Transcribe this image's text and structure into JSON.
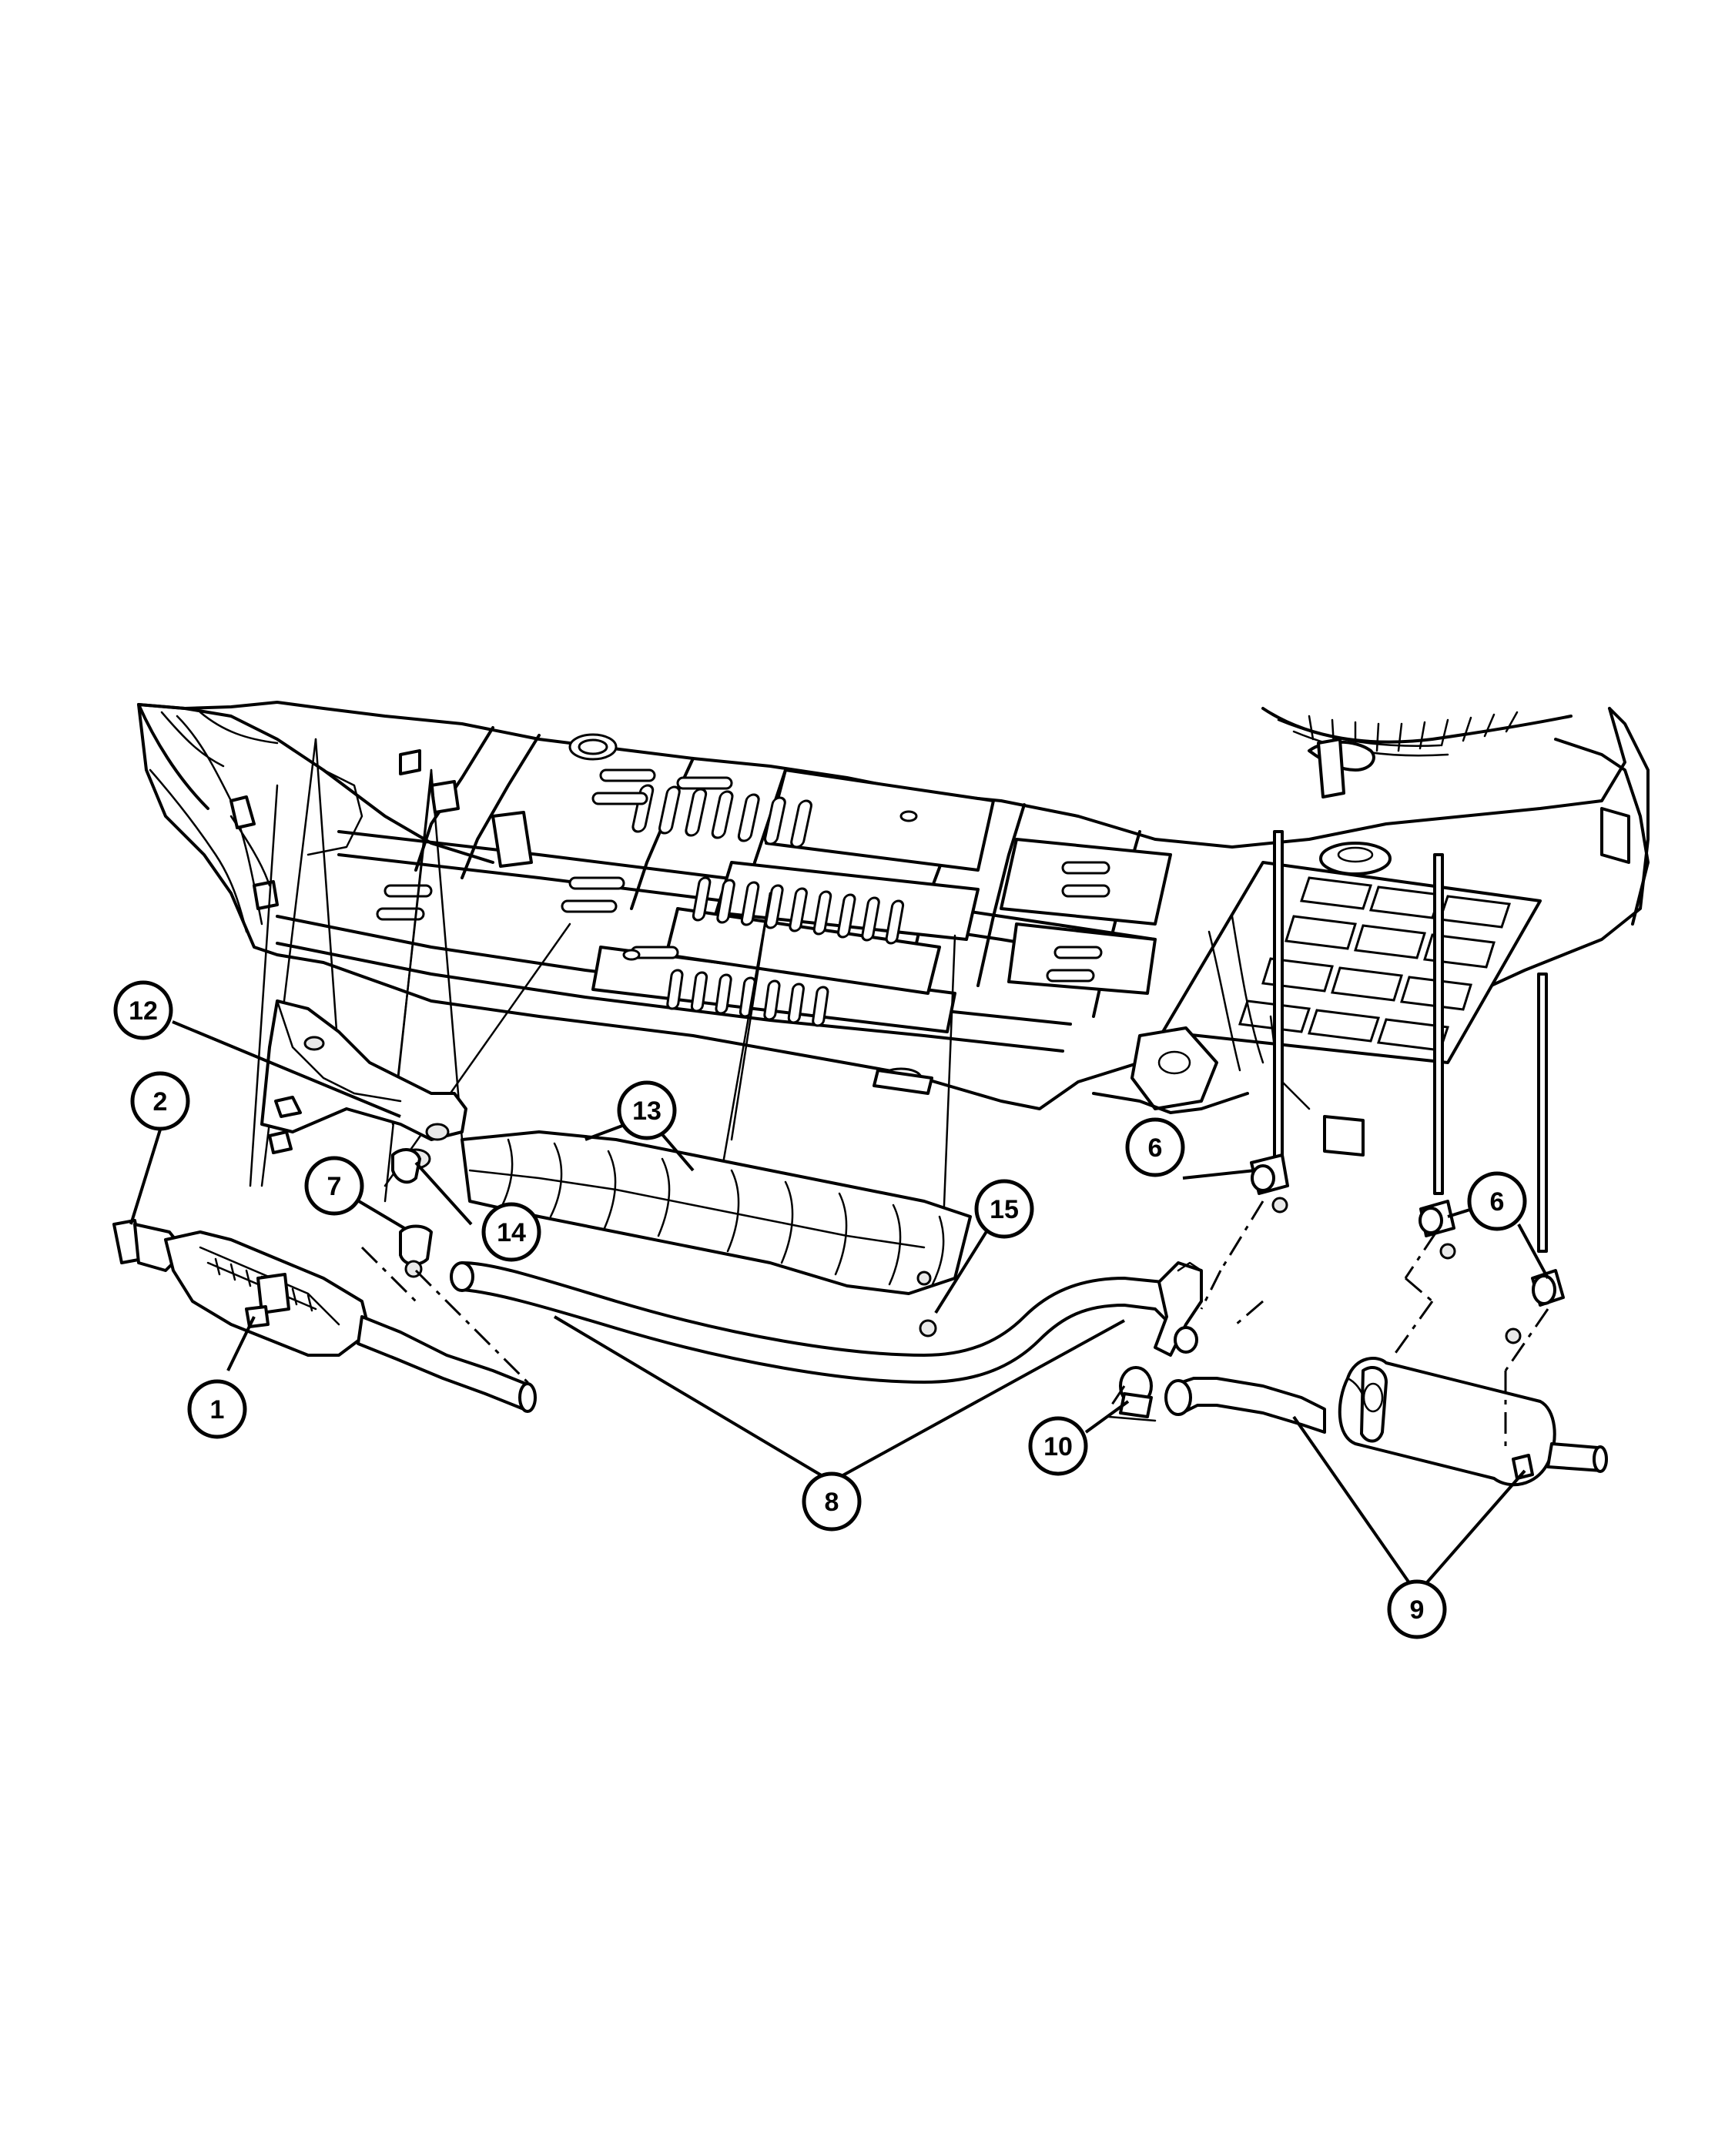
{
  "callouts": [
    {
      "id": "c1",
      "label": "1"
    },
    {
      "id": "c2",
      "label": "2"
    },
    {
      "id": "c6a",
      "label": "6"
    },
    {
      "id": "c6b",
      "label": "6"
    },
    {
      "id": "c7",
      "label": "7"
    },
    {
      "id": "c8",
      "label": "8"
    },
    {
      "id": "c9",
      "label": "9"
    },
    {
      "id": "c10",
      "label": "10"
    },
    {
      "id": "c12",
      "label": "12"
    },
    {
      "id": "c13",
      "label": "13"
    },
    {
      "id": "c14",
      "label": "14"
    },
    {
      "id": "c15",
      "label": "15"
    }
  ],
  "colors": {
    "line": "#000000",
    "background": "#ffffff"
  }
}
